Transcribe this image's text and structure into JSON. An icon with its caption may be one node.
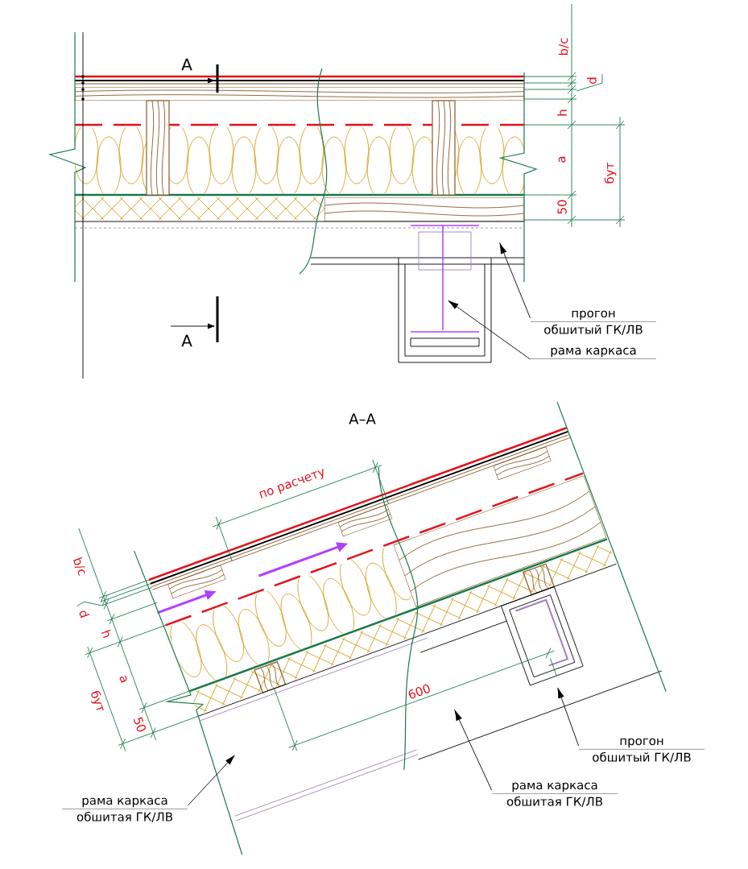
{
  "diagram": {
    "title": "А–А",
    "nodes": [
      {
        "text": [
          "прогон",
          "обшитый ГК/ЛВ"
        ]
      },
      {
        "text": [
          "рама каркаса"
        ]
      },
      {
        "text": [
          "прогон",
          "обшитый ГК/ЛВ"
        ]
      },
      {
        "text": [
          "рама каркаса",
          "обшитая ГК/ЛВ"
        ]
      },
      {
        "text": [
          "рама каркаса",
          "обшитая ГК/ЛВ"
        ]
      }
    ],
    "edges": [
      {
        "from": 0,
        "to": null,
        "arrow": "to"
      },
      {
        "from": 1,
        "to": null,
        "arrow": "to"
      },
      {
        "from": 2,
        "to": null,
        "arrow": "to"
      },
      {
        "from": 3,
        "to": null,
        "arrow": "to"
      },
      {
        "from": 4,
        "to": null,
        "arrow": "to"
      }
    ],
    "labels": [
      "А",
      "b/c",
      "d",
      "h",
      "a",
      "бут",
      "50",
      "А",
      "по расчету",
      "b/c",
      "d",
      "h",
      "a",
      "бут",
      "50",
      "600"
    ]
  }
}
